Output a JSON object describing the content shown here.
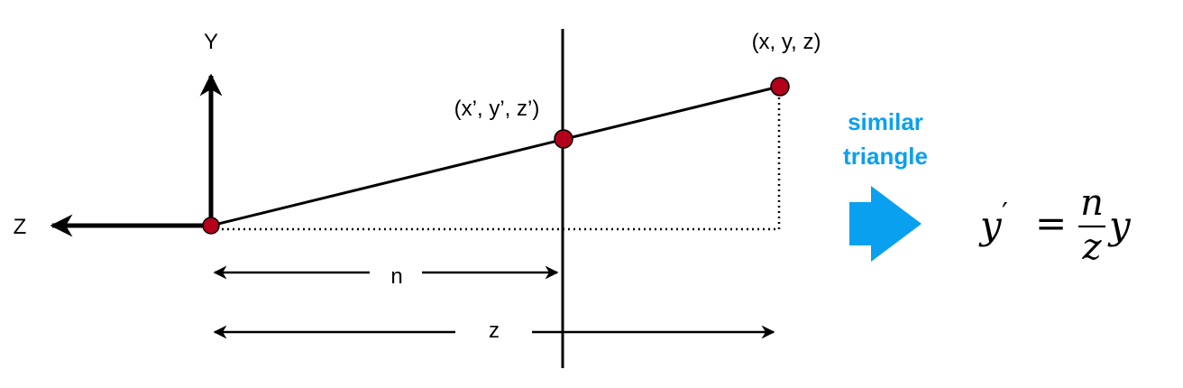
{
  "axes": {
    "y_label": "Y",
    "z_label": "Z"
  },
  "points": {
    "original": "(x, y, z)",
    "projected": "(x’, y’, z’)"
  },
  "distances": {
    "near": "n",
    "depth": "z"
  },
  "hint": {
    "line1": "similar",
    "line2": "triangle"
  },
  "formula": {
    "lhs": "y",
    "prime": "′",
    "equals": "=",
    "numerator": "n",
    "denominator": "z",
    "rhs": "y"
  },
  "colors": {
    "point_fill": "#b3001b",
    "hint_blue": "#0aa0f0",
    "line": "#000000"
  }
}
